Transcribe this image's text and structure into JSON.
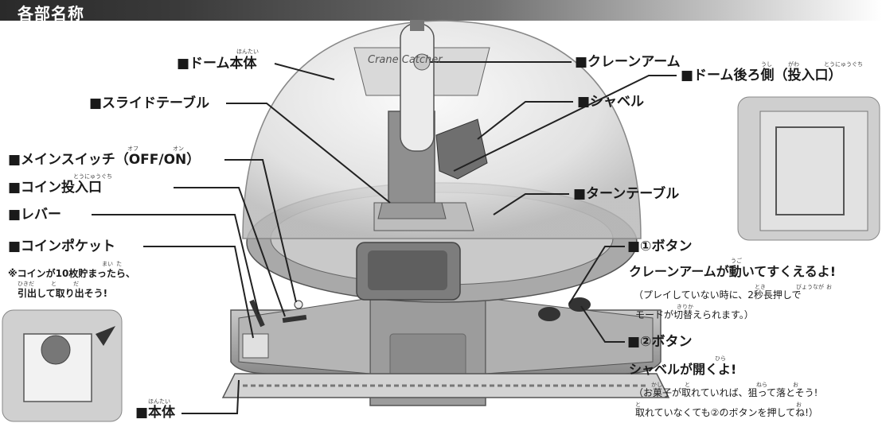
{
  "header": {
    "title": "各部名称"
  },
  "labels": {
    "dome_body": "■ドーム本体",
    "slide_table": "■スライドテーブル",
    "main_switch": "■メインスイッチ（OFF/ON）",
    "coin_slot": "■コイン投入口",
    "lever": "■レバー",
    "coin_pocket": "■コインポケット",
    "coin_note_1": "※コインが10枚貯まったら、",
    "coin_note_2": "引出して取り出そう!",
    "body": "■本体",
    "crane_arm": "■クレーンアーム",
    "shovel": "■シャベル",
    "dome_rear": "■ドーム後ろ側（投入口）",
    "turntable": "■ターンテーブル",
    "button1_title": "■①ボタン",
    "button1_desc": "クレーンアームが動いてすくえるよ!",
    "button1_note_1": "（プレイしていない時に、2秒長押しで",
    "button1_note_2": "モードが切替えられます。）",
    "button2_title": "■②ボタン",
    "button2_desc": "シャベルが開くよ!",
    "button2_note_1": "（お菓子が取れていれば、狙って落とそう!",
    "button2_note_2": "取れていなくても②のボタンを押してね!）"
  },
  "machine": {
    "sign_text": "Crane Catcher"
  },
  "ruby": {
    "hontai_1": "ほんたい",
    "ofu": "オフ",
    "on": "オン",
    "tounyuuguchi_1": "とうにゅうぐち",
    "mai": "まい",
    "ta": "た",
    "hikida": "ひきだ",
    "to": "と",
    "da": "だ",
    "hontai_2": "ほんたい",
    "ushi": "うし",
    "gawa": "がわ",
    "tounyuuguchi_2": "とうにゅうぐち",
    "ugo": "うご",
    "toki": "とき",
    "byounaga": "びょうなが",
    "o": "お",
    "kiri": "きりか",
    "hira": "ひら",
    "kashi": "かし",
    "to2": "と",
    "nera": "ねら",
    "o2": "お",
    "to3": "と",
    "o3": "お"
  },
  "colors": {
    "dome": "#e6e6e6",
    "base": "#9a9a9a",
    "dark": "#555555",
    "header": "#2a2a2a"
  }
}
